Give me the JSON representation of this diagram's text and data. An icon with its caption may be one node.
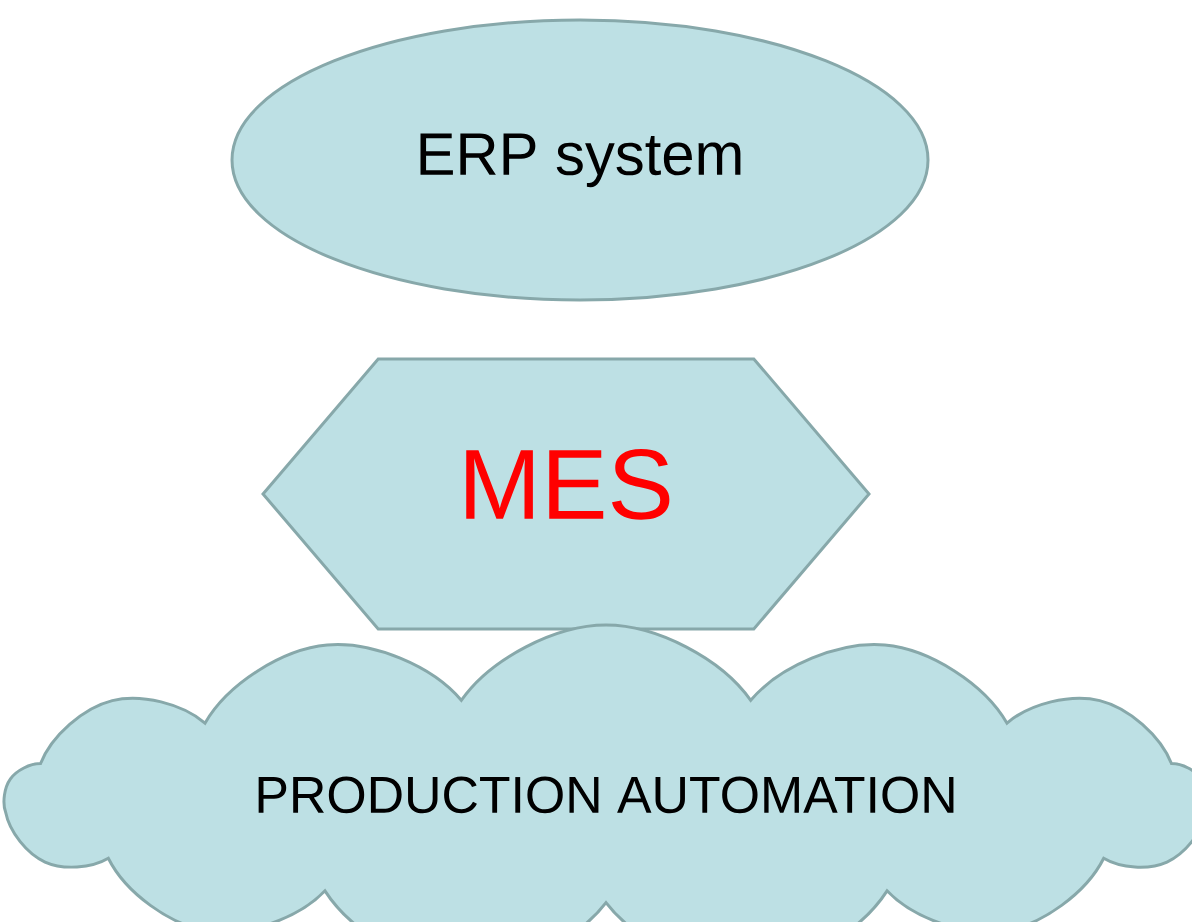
{
  "diagram": {
    "nodes": [
      {
        "text": [
          "ERP system"
        ]
      },
      {
        "text": [
          "MES"
        ]
      },
      {
        "text": [
          "PRODUCTION AUTOMATION"
        ]
      }
    ]
  }
}
